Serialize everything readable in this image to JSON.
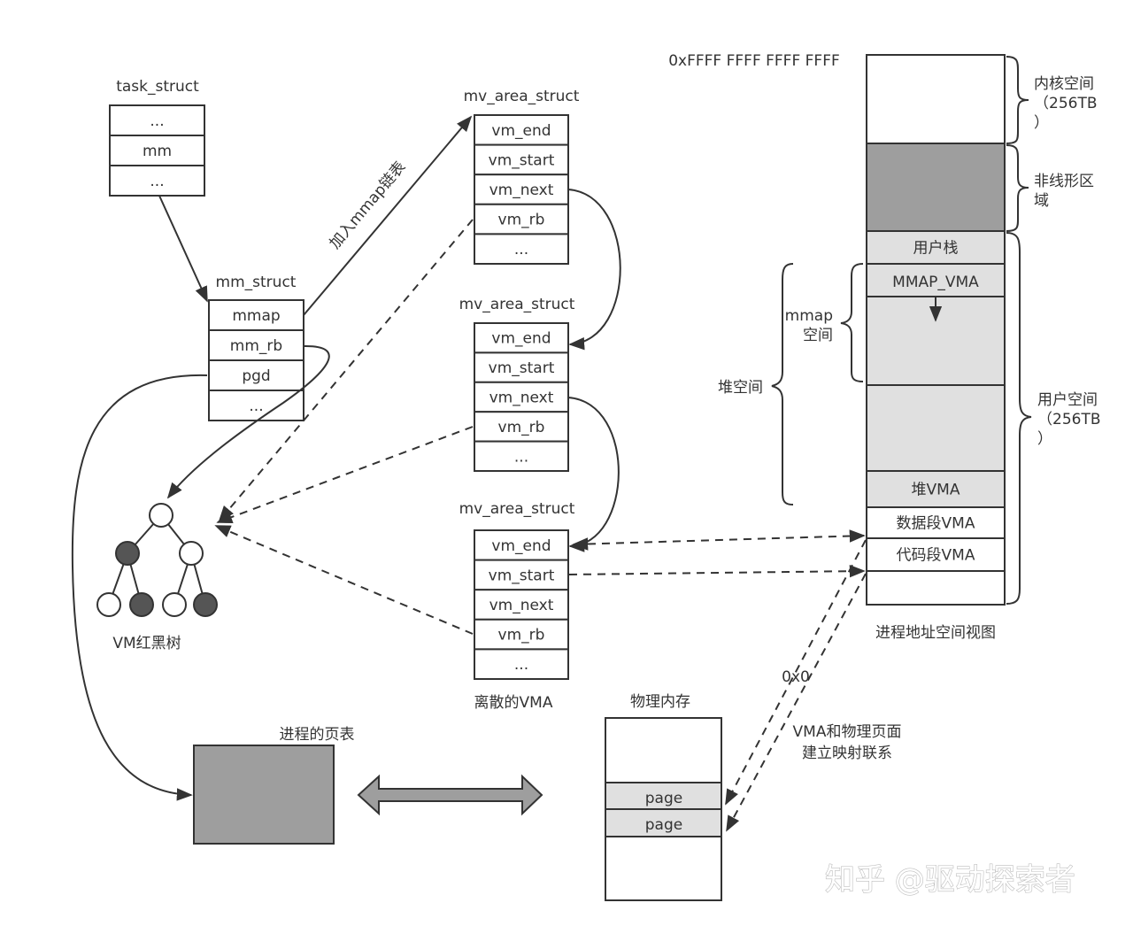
{
  "task_struct": {
    "title": "task_struct",
    "fields": [
      "...",
      "mm",
      "..."
    ]
  },
  "mm_struct": {
    "title": "mm_struct",
    "fields": [
      "mmap",
      "mm_rb",
      "pgd",
      "..."
    ]
  },
  "vm_area_structs": [
    {
      "title": "mv_area_struct",
      "fields": [
        "vm_end",
        "vm_start",
        "vm_next",
        "vm_rb",
        "..."
      ]
    },
    {
      "title": "mv_area_struct",
      "fields": [
        "vm_end",
        "vm_start",
        "vm_next",
        "vm_rb",
        "..."
      ]
    },
    {
      "title": "mv_area_struct",
      "fields": [
        "vm_end",
        "vm_start",
        "vm_next",
        "vm_rb",
        "..."
      ]
    }
  ],
  "labels": {
    "add_mmap_list": "加入mmap链表",
    "rb_tree": "VM红黑树",
    "discrete_vma": "离散的VMA",
    "page_table": "进程的页表",
    "physical_memory": "物理内存",
    "address_space_view": "进程地址空间视图",
    "top_address": "0xFFFF FFFF FFFF FFFF",
    "bottom_address": "0x0",
    "mapping_note_line1": "VMA和物理页面",
    "mapping_note_line2": "建立映射联系",
    "watermark": "知乎 @驱动探索者"
  },
  "address_space": {
    "segments": [
      {
        "name": "kernel",
        "label": "",
        "fill": "#ffffff"
      },
      {
        "name": "nonlinear",
        "label": "",
        "fill": "#9e9e9e"
      },
      {
        "name": "user-stack",
        "label": "用户栈",
        "fill": "#e0e0e0"
      },
      {
        "name": "mmap-vma",
        "label": "MMAP_VMA",
        "fill": "#e0e0e0"
      },
      {
        "name": "mmap-area",
        "label": "",
        "fill": "#e0e0e0"
      },
      {
        "name": "heap-gap",
        "label": "",
        "fill": "#e0e0e0"
      },
      {
        "name": "heap-vma",
        "label": "堆VMA",
        "fill": "#e0e0e0"
      },
      {
        "name": "data-vma",
        "label": "数据段VMA",
        "fill": "#ffffff"
      },
      {
        "name": "code-vma",
        "label": "代码段VMA",
        "fill": "#ffffff"
      },
      {
        "name": "bottom",
        "label": "",
        "fill": "#ffffff"
      }
    ],
    "braces": {
      "kernel": [
        "内核空间",
        "（256TB",
        "）"
      ],
      "nonlinear": [
        "非线形区",
        "域"
      ],
      "user": [
        "用户空间",
        "（256TB",
        "）"
      ],
      "mmap": [
        "mmap",
        "空间"
      ],
      "heap": [
        "堆空间"
      ]
    }
  },
  "physical_memory": {
    "pages": [
      "page",
      "page"
    ]
  },
  "colors": {
    "stroke": "#333333",
    "dark_fill": "#9e9e9e",
    "light_fill": "#e0e0e0",
    "black_node": "#555555"
  }
}
